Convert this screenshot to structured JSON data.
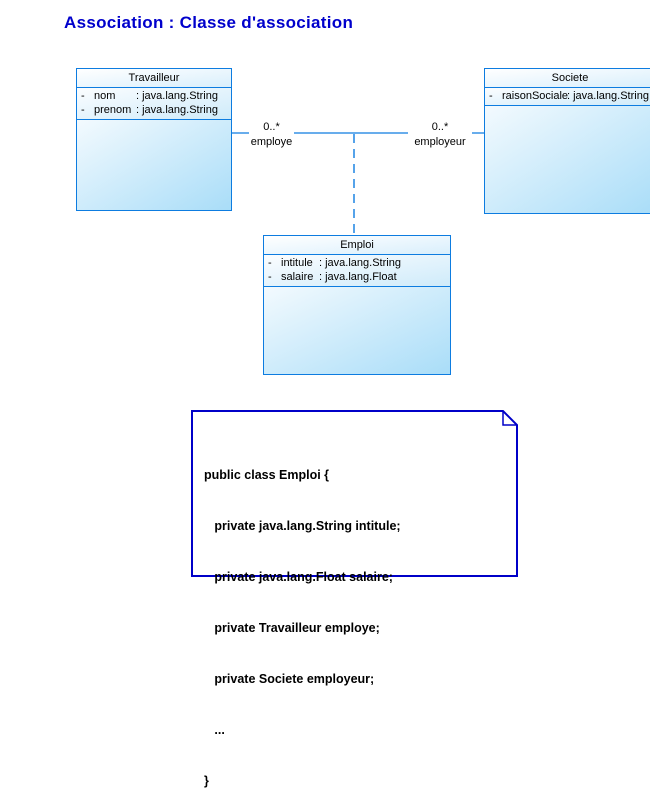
{
  "title": "Association : Classe d'association",
  "colors": {
    "title": "#0000cc",
    "class_border": "#0d7ce0",
    "connector": "#0d7ce0",
    "note_border": "#0000c8",
    "class_fill_light": "#f3fafe",
    "class_fill_dark": "#a9ddf8"
  },
  "classes": {
    "travailleur": {
      "name": "Travailleur",
      "attributes": [
        {
          "visibility": "-",
          "name": "nom",
          "type": ": java.lang.String"
        },
        {
          "visibility": "-",
          "name": "prenom",
          "type": ": java.lang.String"
        }
      ]
    },
    "societe": {
      "name": "Societe",
      "attributes": [
        {
          "visibility": "-",
          "name": "raisonSociale",
          "type": ": java.lang.String"
        }
      ]
    },
    "emploi": {
      "name": "Emploi",
      "attributes": [
        {
          "visibility": "-",
          "name": "intitule",
          "type": ": java.lang.String"
        },
        {
          "visibility": "-",
          "name": "salaire",
          "type": ": java.lang.Float"
        }
      ]
    }
  },
  "association": {
    "left_multiplicity": "0..*",
    "left_role": "employe",
    "right_multiplicity": "0..*",
    "right_role": "employeur"
  },
  "note": {
    "lines": [
      "public class Emploi {",
      "   private java.lang.String intitule;",
      "   private java.lang.Float salaire;",
      "   private Travailleur employe;",
      "   private Societe employeur;",
      "   ...",
      "}"
    ]
  }
}
